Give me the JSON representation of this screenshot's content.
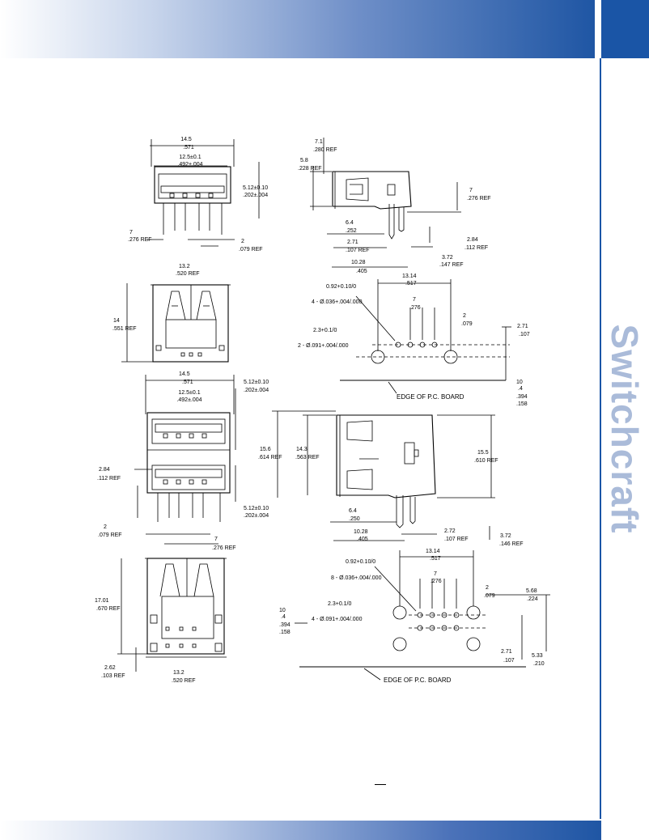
{
  "brand": {
    "name": "Switchcraft"
  },
  "view1": {
    "dim_w_mm": "14.5",
    "dim_w_in": ".571",
    "dim_a_mm": "12.5±0.1",
    "dim_a_in": ".492±.004",
    "dim_h_mm": "5.12±0.10",
    "dim_h_in": ".202±.004",
    "dim_p_mm": "7",
    "dim_p_in": ".276 REF",
    "dim_s_mm": "2",
    "dim_s_in": ".079 REF"
  },
  "view2": {
    "dim_a_mm": "7.1",
    "dim_a_in": ".280 REF",
    "dim_b_mm": "5.8",
    "dim_b_in": ".228 REF",
    "dim_c_mm": "7",
    "dim_c_in": ".276 REF",
    "dim_d_mm": "6.4",
    "dim_d_in": ".252",
    "dim_e_mm": "2.84",
    "dim_e_in": ".112 REF",
    "dim_f_mm": "2.71",
    "dim_f_in": ".107 REF",
    "dim_g_mm": "3.72",
    "dim_g_in": ".147 REF",
    "dim_h_mm": "10.28",
    "dim_h_in": ".405"
  },
  "view3": {
    "dim_w_mm": "13.2",
    "dim_w_in": ".520 REF",
    "dim_h_mm": "14",
    "dim_h_in": ".551 REF"
  },
  "view4": {
    "dim_o_mm": "13.14",
    "dim_o_in": ".517",
    "dim_hole_mm": "0.92+0.10/0",
    "dim_hole_note": "4 - Ø.036+.004/.000",
    "dim_p_mm": "7",
    "dim_p_in": ".276",
    "dim_s_mm": "2",
    "dim_s_in": ".079",
    "dim_big_mm": "2.3+0.1/0",
    "dim_big_note": "2 - Ø.091+.004/.000",
    "dim_r_mm": "2.71",
    "dim_r_in": ".107",
    "dim_e_mm": "10",
    "dim_e_tol": ".4",
    "dim_e_in": ".394",
    "dim_e_tol_in": ".158",
    "edge_label": "EDGE OF P.C. BOARD"
  },
  "view5": {
    "dim_w_mm": "14.5",
    "dim_w_in": ".571",
    "dim_a_mm": "12.5±0.1",
    "dim_a_in": ".492±.004",
    "dim_t_mm": "5.12±0.10",
    "dim_t_in": ".202±.004",
    "dim_m_mm": "2.84",
    "dim_m_in": ".112 REF",
    "dim_b_mm": "5.12±0.10",
    "dim_b_in": ".202±.004",
    "dim_s_mm": "2",
    "dim_s_in": ".079 REF",
    "dim_p_mm": "7",
    "dim_p_in": ".276 REF"
  },
  "view6": {
    "dim_h1_mm": "15.6",
    "dim_h1_in": ".614 REF",
    "dim_h2_mm": "14.3",
    "dim_h2_in": ".563 REF",
    "dim_h3_mm": "15.5",
    "dim_h3_in": ".610 REF",
    "dim_a_mm": "6.4",
    "dim_a_in": ".250",
    "dim_b_mm": "10.28",
    "dim_b_in": ".405",
    "dim_c_mm": "2.72",
    "dim_c_in": ".107 REF",
    "dim_d_mm": "3.72",
    "dim_d_in": ".146 REF"
  },
  "view7": {
    "dim_h_mm": "17.01",
    "dim_h_in": ".670 REF",
    "dim_s_mm": "2.62",
    "dim_s_in": ".103 REF",
    "dim_w_mm": "13.2",
    "dim_w_in": ".520 REF"
  },
  "view8": {
    "dim_o_mm": "13.14",
    "dim_o_in": ".517",
    "dim_hole_mm": "0.92+0.10/0",
    "dim_hole_note": "8 - Ø.036+.004/.000",
    "dim_p_mm": "7",
    "dim_p_in": ".276",
    "dim_s_mm": "2",
    "dim_s_in": ".079",
    "dim_v_mm": "5.68",
    "dim_v_in": ".224",
    "dim_e_mm": "10",
    "dim_e_tol": ".4",
    "dim_e_in": ".394",
    "dim_e_tol_in": ".158",
    "dim_big_mm": "2.3+0.1/0",
    "dim_big_note": "4 - Ø.091+.004/.000",
    "dim_r_mm": "2.71",
    "dim_r_in": ".107",
    "dim_q_mm": "5.33",
    "dim_q_in": ".210",
    "edge_label": "EDGE OF P.C. BOARD"
  },
  "colors": {
    "accent": "#1a55a6",
    "brand_text": "#aabbd9",
    "line": "#000000"
  }
}
